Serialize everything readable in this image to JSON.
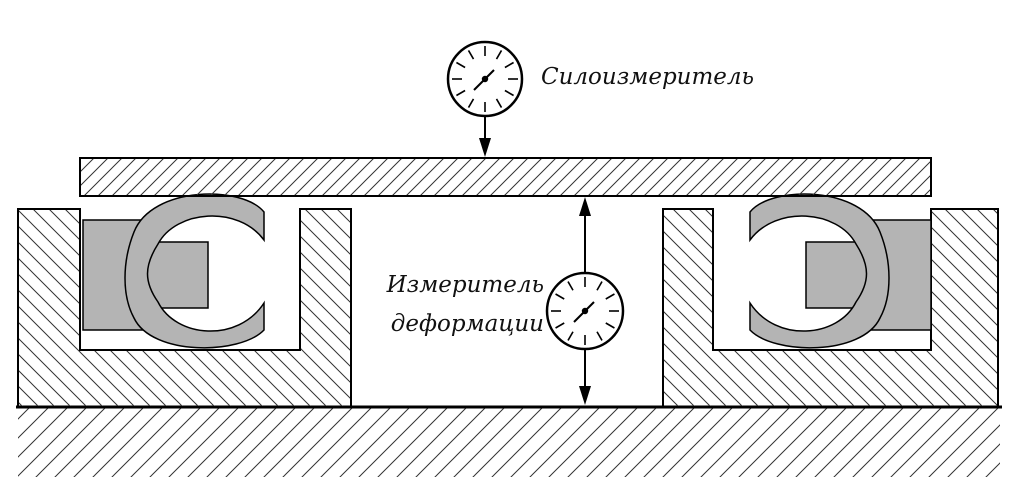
{
  "labels": {
    "force_gauge": "Силоизмеритель",
    "deformation_gauge_line1": "Измеритель",
    "deformation_gauge_line2": "деформации"
  },
  "colors": {
    "stroke": "#000000",
    "hatch": "#333333",
    "insert_fill": "#b4b4b4",
    "background": "#ffffff"
  },
  "icons": {
    "force_gauge": "dial-gauge-icon",
    "deformation_gauge": "dial-gauge-icon"
  }
}
